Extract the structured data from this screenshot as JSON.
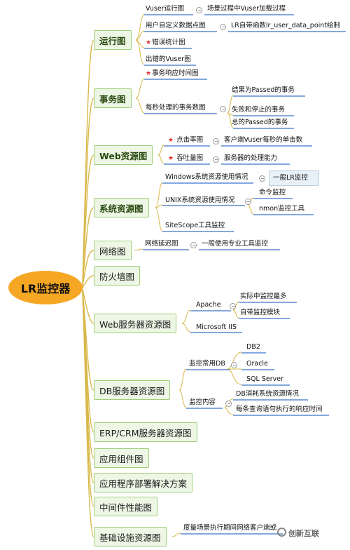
{
  "root": "LR监控器",
  "categories": {
    "run_graph": "运行图",
    "transaction_graph": "事务图",
    "web_resource_graph": "Web资源图",
    "system_resource_graph": "系统资源图",
    "network_graph": "网络图",
    "firewall_graph": "防火墙图",
    "web_server_graph": "Web服务器资源图",
    "db_server_graph": "DB服务器资源图",
    "erp_crm_graph": "ERP/CRM服务器资源图",
    "app_component_graph": "应用组件图",
    "app_deploy_solution": "应用程序部署解决方案",
    "middleware_perf_graph": "中间件性能图",
    "infrastructure_graph": "基础设施资源图"
  },
  "run": {
    "vuser_run": "Vuser运行图",
    "vuser_run_detail": "场景过程中Vuser加载过程",
    "user_defined": "用户自定义数据点图",
    "user_defined_detail": "LR自带函数lr_user_data_point绘制",
    "error_stats": "错误统计图",
    "error_vuser": "出错的Vuser图"
  },
  "transaction": {
    "response_time": "事务响应时间图",
    "per_second": "每秒处理的事务数图",
    "passed": "结果为Passed的事务",
    "failed_stopped": "失败和停止的事务",
    "total_passed": "总的Passed的事务"
  },
  "web": {
    "hits": "点击率图",
    "hits_detail": "客户端Vuser每秒的单击数",
    "throughput": "吞吐量图",
    "throughput_detail": "服务器的处理能力"
  },
  "system": {
    "windows": "Windows系统资源使用情况",
    "windows_detail": "一般LR监控",
    "unix": "UNIX系统资源使用情况",
    "unix_cmd": "命令监控",
    "unix_nmon": "nmon监控工具",
    "sitescope": "SiteScope工具监控"
  },
  "network": {
    "latency": "网络延迟图",
    "latency_detail": "一般使用专业工具监控"
  },
  "webserver": {
    "apache": "Apache",
    "apache_most": "实际中监控最多",
    "apache_module": "自带监控模块",
    "iis": "Microsoft IIS"
  },
  "db": {
    "common": "监控常用DB",
    "db2": "DB2",
    "oracle": "Oracle",
    "sqlserver": "SQL Server",
    "content": "监控内容",
    "resource_usage": "DB消耗系统资源情况",
    "query_time": "每条查询语句执行的响应时间"
  },
  "infra": {
    "detail": "度量场景执行期间网络客户端或"
  },
  "watermark": "创新互联",
  "colors": {
    "branch": "#d9b84a",
    "underline": "#3b73c7",
    "category_border": "#9fcf7a",
    "category_fill": "#eef7e6",
    "root_fill": "#f5a623"
  }
}
